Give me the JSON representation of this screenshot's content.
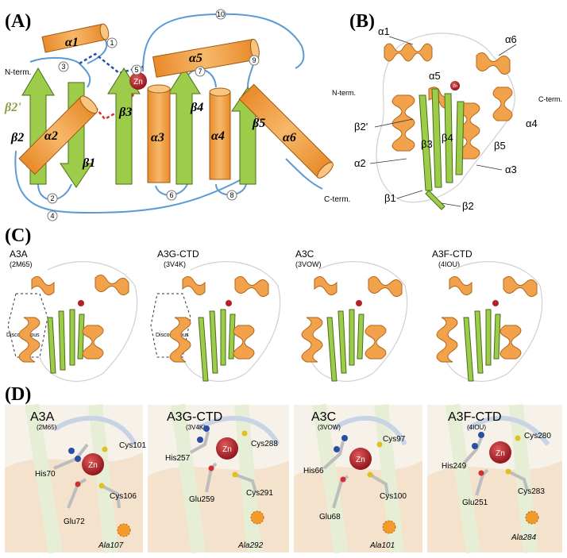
{
  "panels": {
    "A": {
      "label": "(A)",
      "n_term": "N-term.",
      "c_term": "C-term.",
      "zn": "Zn",
      "helices": [
        "α1",
        "α2",
        "α3",
        "α4",
        "α5",
        "α6"
      ],
      "strands": [
        "β1",
        "β2",
        "β2'",
        "β3",
        "β4",
        "β5"
      ],
      "loops": [
        "1",
        "2",
        "3",
        "4",
        "5",
        "6",
        "7",
        "8",
        "9",
        "10"
      ]
    },
    "B": {
      "label": "(B)",
      "n_term": "N-term.",
      "c_term": "C-term.",
      "zn": "Zn",
      "labels": [
        "α1",
        "α5",
        "α6",
        "β2'",
        "β3",
        "β4",
        "β5",
        "α4",
        "α2",
        "α3",
        "β1",
        "β2"
      ]
    },
    "C": {
      "label": "(C)",
      "structures": [
        {
          "name": "A3A",
          "pdb": "(2M65)",
          "note": "Discontinious"
        },
        {
          "name": "A3G-CTD",
          "pdb": "(3V4K)",
          "note": "Discontinious"
        },
        {
          "name": "A3C",
          "pdb": "(3VOW)",
          "note": ""
        },
        {
          "name": "A3F-CTD",
          "pdb": "(4IOU)",
          "note": ""
        }
      ]
    },
    "D": {
      "label": "(D)",
      "sites": [
        {
          "name": "A3A",
          "pdb": "(2M65)",
          "his": "His70",
          "cys_a": "Cys101",
          "cys_b": "Cys106",
          "glu": "Glu72",
          "ala": "Ala107",
          "zn": "Zn"
        },
        {
          "name": "A3G-CTD",
          "pdb": "(3V4K)",
          "his": "His257",
          "cys_a": "Cys288",
          "cys_b": "Cys291",
          "glu": "Glu259",
          "ala": "Ala292",
          "zn": "Zn"
        },
        {
          "name": "A3C",
          "pdb": "(3VOW)",
          "his": "His66",
          "cys_a": "Cys97",
          "cys_b": "Cys100",
          "glu": "Glu68",
          "ala": "Ala101",
          "zn": "Zn"
        },
        {
          "name": "A3F-CTD",
          "pdb": "(4IOU)",
          "his": "His249",
          "cys_a": "Cys280",
          "cys_b": "Cys283",
          "glu": "Glu251",
          "ala": "Ala284",
          "zn": "Zn"
        }
      ]
    }
  },
  "colors": {
    "helix": "#f2a24a",
    "strand": "#9ccc4a",
    "zinc": "#b3202a",
    "loop": "#5b9bd5",
    "dashed_blue": "#2a4ea0",
    "dashed_red": "#d8302c"
  }
}
